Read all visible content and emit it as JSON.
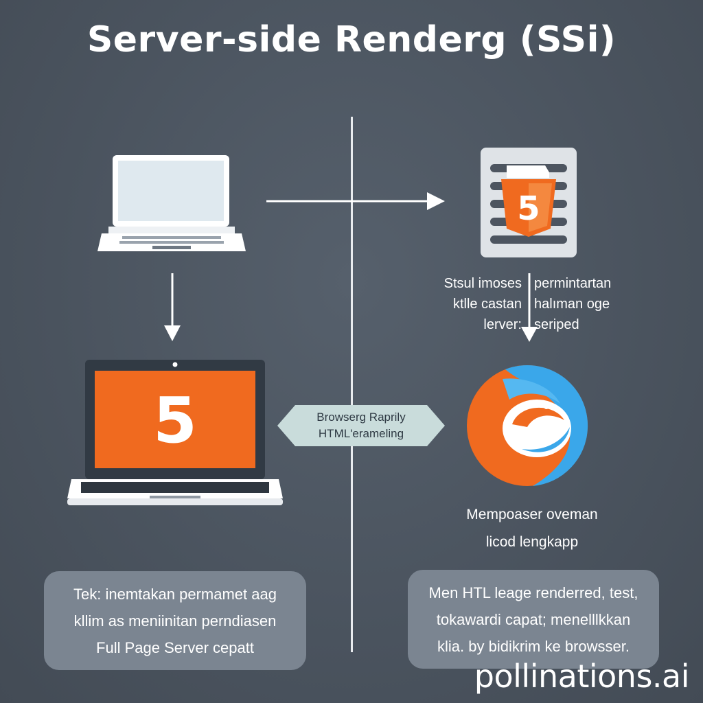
{
  "title": "Server-side Renderg (SSi)",
  "icons": {
    "client_laptop": "laptop-icon",
    "html_document": "html5-document-icon",
    "html5_laptop": "html5-laptop-icon",
    "browser_logo": "browser-logo-icon"
  },
  "right_labels": {
    "left_lines": [
      "Stsul imoses",
      "ktlle castan",
      "lerver:"
    ],
    "right_lines": [
      "permintartan",
      "halıman oge",
      "seriped"
    ]
  },
  "center_banner": {
    "lines": [
      "Browserg Raprily",
      "HTML'erameling"
    ]
  },
  "browser_caption": {
    "lines": [
      "Mempoaser oveman",
      "licod lengkapp"
    ]
  },
  "left_card": {
    "lines": [
      "Tek: inemtakan permamet aag",
      "kllim as meniinitan perndiasen",
      "Full Page Server cepatt"
    ]
  },
  "right_card": {
    "lines": [
      "Men HTL leage renderred, test,",
      "tokawardi capat; menelllkkan",
      "klia. by bidikrim ke browsser."
    ]
  },
  "watermark": "pollinations.ai",
  "colors": {
    "background": "#4b545f",
    "accent_orange": "#f06a1f",
    "browser_blue": "#3aa7ea",
    "card_fill": "#7b8591",
    "banner_fill": "#c9dcdb"
  }
}
